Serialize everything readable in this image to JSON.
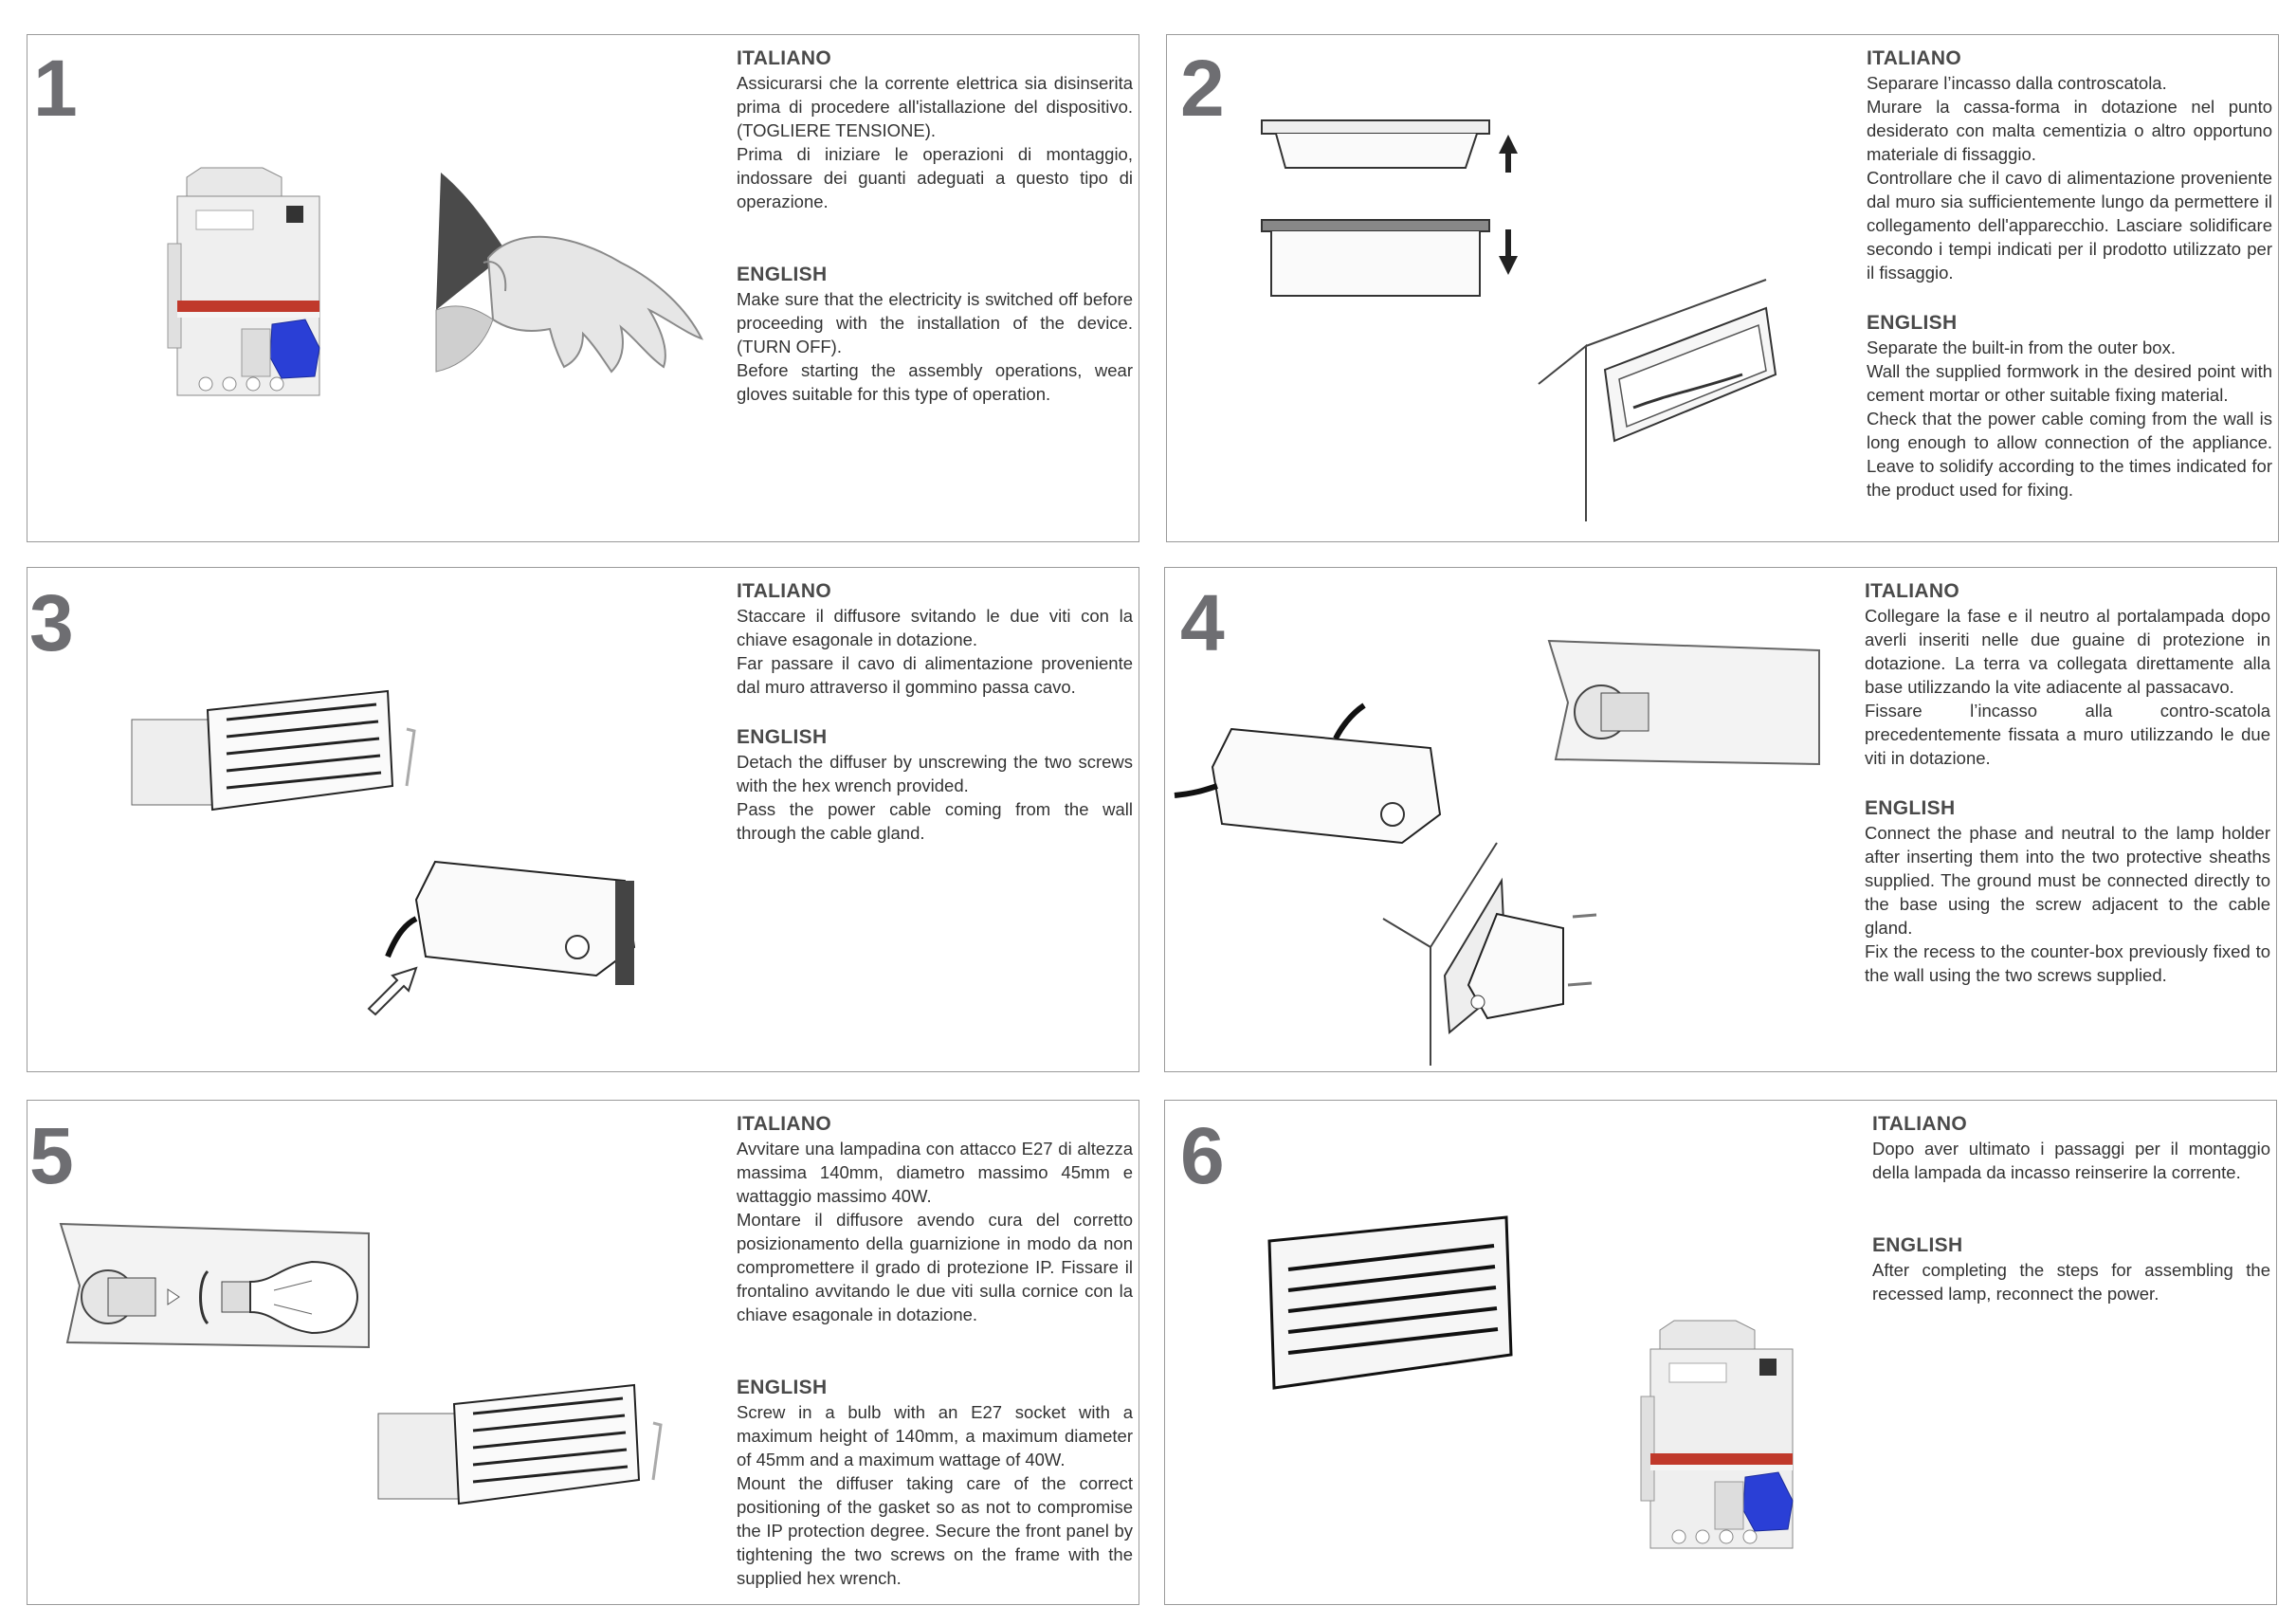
{
  "panels": [
    {
      "number": "1",
      "it_heading": "ITALIANO",
      "it_lines": [
        "Assicurarsi che la corrente elettrica sia disinserita prima di procedere all'istallazione del dispositivo. (TOGLIERE TENSIONE).",
        "Prima di iniziare le operazioni di montaggio, indossare dei guanti adeguati a questo tipo di operazione."
      ],
      "en_heading": "ENGLISH",
      "en_lines": [
        "Make sure that the electricity is switched off before proceeding with the installation of the device. (TURN OFF).",
        "Before starting the assembly operations, wear gloves suitable for this type of operation."
      ]
    },
    {
      "number": "2",
      "it_heading": "ITALIANO",
      "it_lines": [
        "Separare l’incasso dalla controscatola.",
        "Murare la cassa-forma in dotazione nel punto desiderato con malta cementizia o altro opportuno materiale di fissaggio.",
        "Controllare che il cavo di alimentazione proveniente dal muro  sia sufficientemente lungo da permettere il collegamento dell'apparecchio. Lasciare solidificare secondo i tempi indicati per il prodotto utilizzato per il fissaggio."
      ],
      "en_heading": "ENGLISH",
      "en_lines": [
        "Separate the built-in from the outer box.",
        "Wall the supplied formwork in the desired point with cement mortar or other suitable fixing material.",
        "Check that the power cable coming from the wall is long enough to allow connection of the appliance. Leave to solidify according to the times indicated for the product used for fixing."
      ]
    },
    {
      "number": "3",
      "it_heading": "ITALIANO",
      "it_lines": [
        "Staccare il diffusore svitando le due viti con la chiave esagonale in dotazione.",
        "Far passare il cavo di alimentazione proveniente dal muro attraverso il gommino passa cavo."
      ],
      "en_heading": "ENGLISH",
      "en_lines": [
        "Detach the diffuser by unscrewing the two screws with the hex wrench provided.",
        "Pass the power cable coming from the wall through the cable gland."
      ]
    },
    {
      "number": "4",
      "it_heading": "ITALIANO",
      "it_lines": [
        "Collegare la fase e il neutro al portalampada dopo averli inseriti nelle due guaine di protezione in dotazione. La terra va collegata direttamente alla base utilizzando la vite adiacente al passacavo.",
        "Fissare l’incasso alla contro-scatola precedentemente fissata a muro utilizzando le due viti in dotazione."
      ],
      "en_heading": "ENGLISH",
      "en_lines": [
        "Connect the phase and neutral to the lamp holder after inserting them into the two protective sheaths supplied. The ground must be connected directly to the base using the screw adjacent to the cable gland.",
        "Fix the recess to the counter-box previously fixed to the wall using the two screws supplied."
      ]
    },
    {
      "number": "5",
      "it_heading": "ITALIANO",
      "it_lines": [
        "Avvitare una lampadina con attacco E27 di altezza massima 140mm, diametro massimo 45mm e wattaggio massimo 40W.",
        "Montare il diffusore avendo cura del corretto posizionamento della guarnizione in modo da non compromettere il grado di protezione IP. Fissare il frontalino avvitando le due viti sulla cornice con la chiave esagonale in dotazione."
      ],
      "en_heading": "ENGLISH",
      "en_lines": [
        "Screw in a bulb with an E27 socket with a maximum height of 140mm, a maximum diameter of 45mm and a maximum wattage of 40W.",
        "Mount the diffuser taking care of the correct positioning of the gasket so as not to compromise the IP protection degree. Secure the front panel by tightening the two screws on the frame with the supplied hex wrench."
      ]
    },
    {
      "number": "6",
      "it_heading": "ITALIANO",
      "it_lines": [
        "Dopo aver ultimato i passaggi per il montaggio della lampada da incasso reinserire la corrente."
      ],
      "en_heading": "ENGLISH",
      "en_lines": [
        "After completing the steps for assembling the recessed lamp, reconnect the power."
      ]
    }
  ],
  "colors": {
    "border": "#9a9a9a",
    "number": "#6e6e72",
    "switch_blue": "#2a3fd6",
    "breaker_red": "#c0392b"
  },
  "icons": [
    "circuit-breaker-icon",
    "glove-hand-icon",
    "outer-box-icon",
    "wall-box-icon",
    "lamp-body-icon",
    "grille-cover-icon",
    "lamp-holder-icon",
    "bulb-icon",
    "arrow-icon"
  ]
}
